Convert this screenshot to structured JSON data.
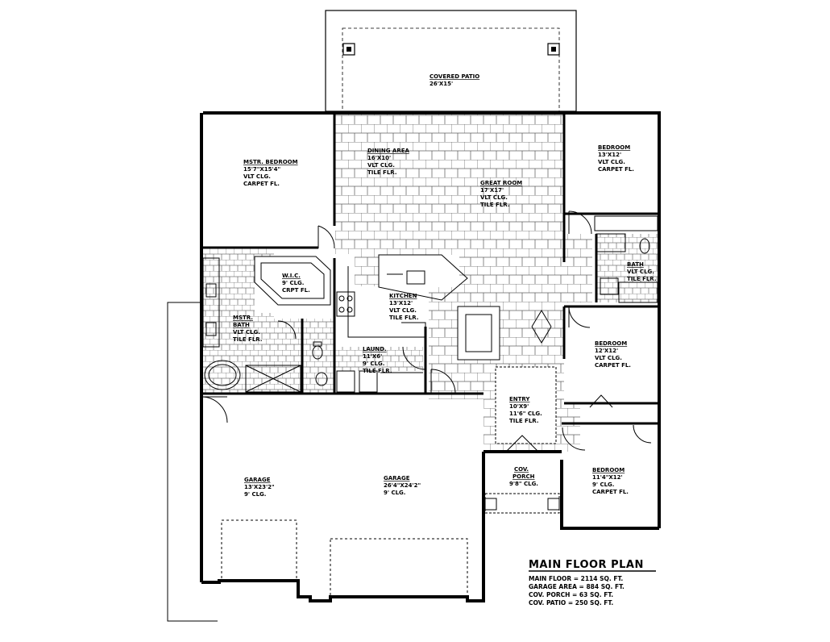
{
  "plan": {
    "title": "MAIN FLOOR PLAN",
    "areas": [
      "MAIN FLOOR = 2114 SQ. FT.",
      "GARAGE AREA = 884 SQ. FT.",
      "COV. PORCH = 63 SQ. FT.",
      "COV. PATIO = 250 SQ. FT."
    ],
    "rooms": {
      "patio": [
        "COVERED PATIO",
        "26'X15'"
      ],
      "mstr_bedroom": [
        "MSTR. BEDROOM",
        "15'7\"X15'4\"",
        "VLT CLG.",
        "CARPET FL."
      ],
      "dining": [
        "DINING AREA",
        "16'X10'",
        "VLT CLG.",
        "TILE FLR."
      ],
      "great_room": [
        "GREAT ROOM",
        "17'X17'",
        "VLT CLG.",
        "TILE FLR."
      ],
      "bedroom_ne": [
        "BEDROOM",
        "13'X12'",
        "VLT CLG.",
        "CARPET FL."
      ],
      "wic": [
        "W.I.C.",
        "9' CLG.",
        "CRPT FL."
      ],
      "kitchen": [
        "KITCHEN",
        "13'X12'",
        "VLT CLG.",
        "TILE FLR."
      ],
      "bath": [
        "BATH",
        "VLT CLG.",
        "TILE FLR."
      ],
      "mstr_bath": [
        "MSTR.",
        "BATH",
        "VLT CLG.",
        "TILE FLR."
      ],
      "laundry": [
        "LAUND.",
        "11'X6'",
        "9' CLG.",
        "TILE FLR."
      ],
      "bedroom_e": [
        "BEDROOM",
        "12'X12'",
        "VLT CLG.",
        "CARPET FL."
      ],
      "entry": [
        "ENTRY",
        "10'X9'",
        "11'6\" CLG.",
        "TILE FLR."
      ],
      "garage_w": [
        "GARAGE",
        "13'X23'2\"",
        "9' CLG."
      ],
      "garage_main": [
        "GARAGE",
        "26'4\"X24'2\"",
        "9' CLG."
      ],
      "cov_porch": [
        "COV.",
        "PORCH",
        "9'8\" CLG."
      ],
      "bedroom_se": [
        "BEDROOM",
        "11'4\"X12'",
        "9' CLG.",
        "CARPET FL."
      ]
    }
  }
}
